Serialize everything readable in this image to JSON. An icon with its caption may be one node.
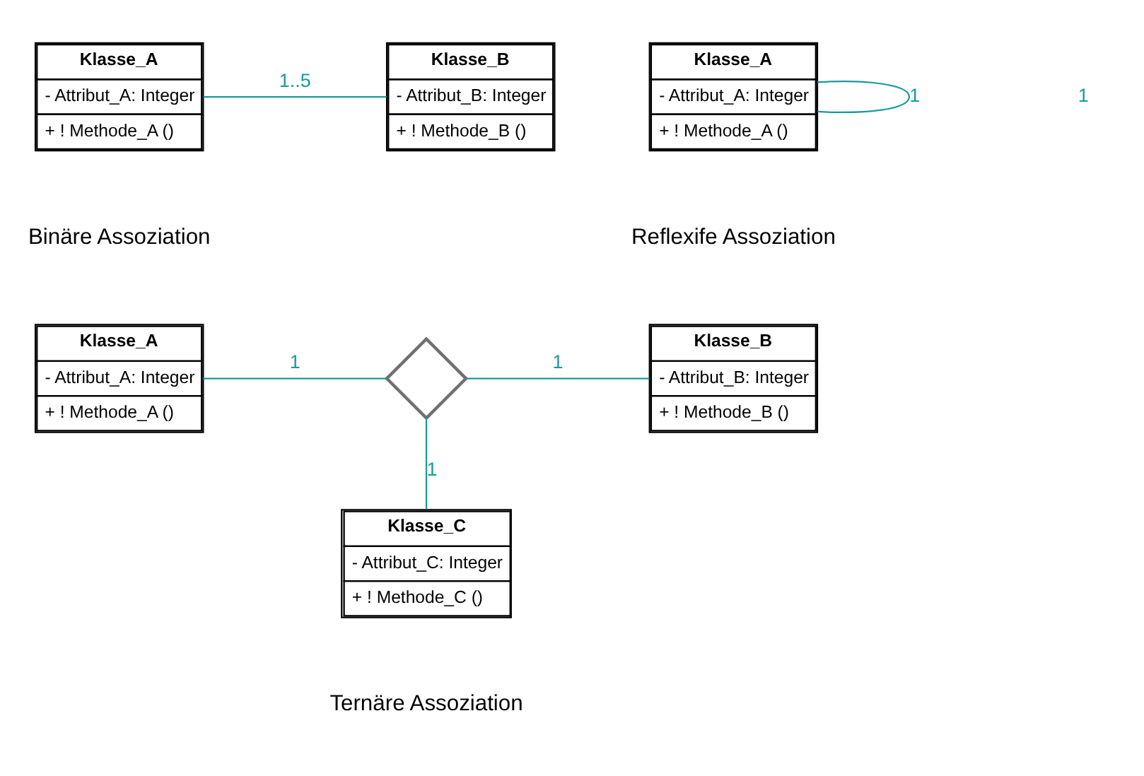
{
  "diagram": {
    "nodes": [
      {
        "text": [
          "Klasse_A",
          "- Attribut_A: Integer",
          "+ ! Methode_A ()"
        ]
      },
      {
        "text": [
          "Klasse_B",
          "- Attribut_B: Integer",
          "+ ! Methode_B ()"
        ]
      },
      {
        "text": [
          "Klasse_A",
          "- Attribut_A: Integer",
          "+ ! Methode_A ()"
        ]
      },
      {
        "text": [
          "Klasse_A",
          "- Attribut_A: Integer",
          "+ ! Methode_A ()"
        ]
      },
      {
        "text": [],
        "shape": "diamond"
      },
      {
        "text": [
          "Klasse_B",
          "- Attribut_B: Integer",
          "+ ! Methode_B ()"
        ]
      },
      {
        "text": [
          "Klasse_C",
          "- Attribut_C: Integer",
          "+ ! Methode_C ()"
        ]
      }
    ],
    "edges": [
      {
        "from": 0,
        "to": 1,
        "arrow": "none",
        "label": "1..5"
      },
      {
        "from": 2,
        "to": 2,
        "arrow": "none",
        "label": "1"
      },
      {
        "from": 3,
        "to": 4,
        "arrow": "none",
        "label": "1"
      },
      {
        "from": 4,
        "to": 5,
        "arrow": "none",
        "label": "1"
      },
      {
        "from": 4,
        "to": 6,
        "arrow": "none",
        "label": "1"
      }
    ],
    "labels": [
      "1",
      "Binäre Assoziation",
      "Reflexife Assoziation",
      "Ternäre Assoziation"
    ]
  }
}
